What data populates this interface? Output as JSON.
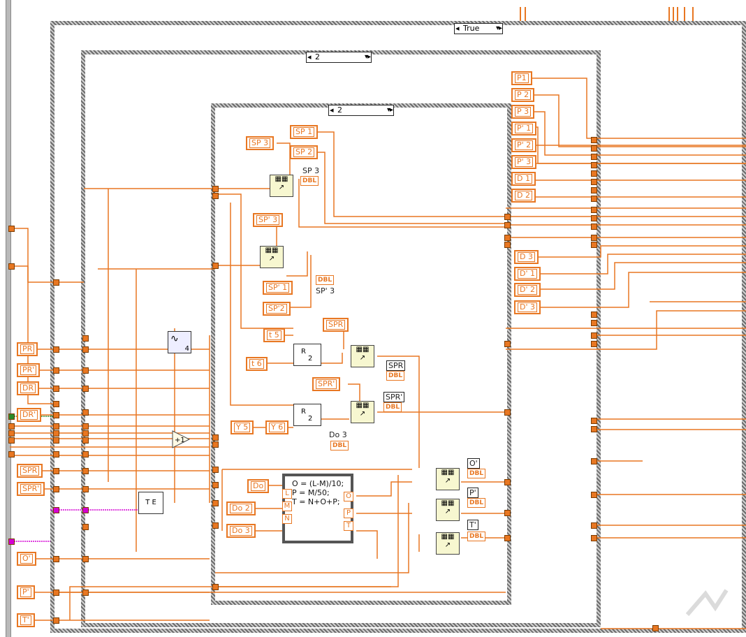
{
  "case_structures": {
    "outer_selector": "True",
    "middle_selector": "2",
    "inner_selector": "2"
  },
  "left_controls": [
    "PR",
    "PR'",
    "DR",
    "DR'",
    "SPR",
    "SPR'",
    "O'",
    "P'",
    "T'"
  ],
  "inner_controls": {
    "sp3": "SP 3",
    "sp1": "SP 1",
    "sp2": "SP 2",
    "spp3": "SP' 3",
    "spp1": "SP' 1",
    "spp2": "SP'2",
    "t5": "t 5",
    "t6": "t 6",
    "spr": "SPR",
    "sprp": "SPR'",
    "y5": "Y 5",
    "y6": "Y 6",
    "do": "Do",
    "do2": "Do 2",
    "do3": "Do 3"
  },
  "right_controls": [
    "P1",
    "P 2",
    "P 3",
    "P' 1",
    "P' 2",
    "P' 3",
    "D 1",
    "D 2"
  ],
  "right_controls_2": [
    "D 3",
    "D' 1",
    "D' 2",
    "D' 3"
  ],
  "indicators": {
    "sp3_label": "SP 3",
    "spp3_label": "SP' 3",
    "spr_label": "SPR",
    "sprp_label": "SPR'",
    "do3_label": "Do 3",
    "o_label": "O'",
    "p_label": "P'",
    "t_label": "T'",
    "dbl": "DBL"
  },
  "nodes": {
    "r_label": "R",
    "r_sub": "2",
    "te_label": "T E",
    "increment": "+1",
    "waveform_sub": "4"
  },
  "formula": {
    "text": "O = (L-M)/10;\nP = M/50;\nT = N+O+P;",
    "inputs": [
      "L",
      "M",
      "N"
    ],
    "outputs": [
      "O",
      "P",
      "T"
    ]
  },
  "colors": {
    "wire": "#e87722",
    "frame": "#6d6d6d",
    "accent_pink": "#d400d4"
  }
}
